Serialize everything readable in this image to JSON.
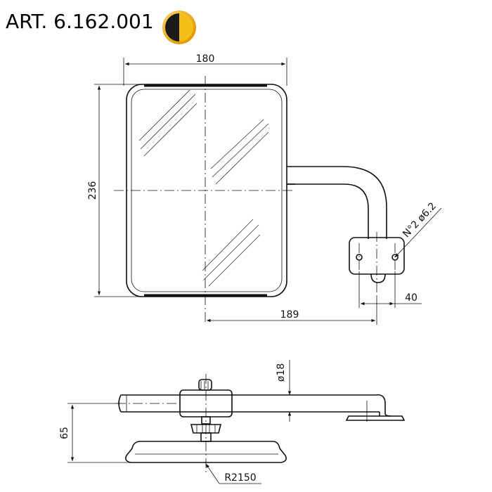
{
  "header": {
    "title": "ART. 6.162.001",
    "badge_colors": {
      "dark": "#1a1a1a",
      "accent": "#f2b400"
    }
  },
  "dimensions": {
    "width": "180",
    "height": "236",
    "reach": "189",
    "bracket": "40",
    "holes": "N°2 ø6.2",
    "tube": "ø18",
    "depth": "65",
    "radius": "R2150"
  }
}
